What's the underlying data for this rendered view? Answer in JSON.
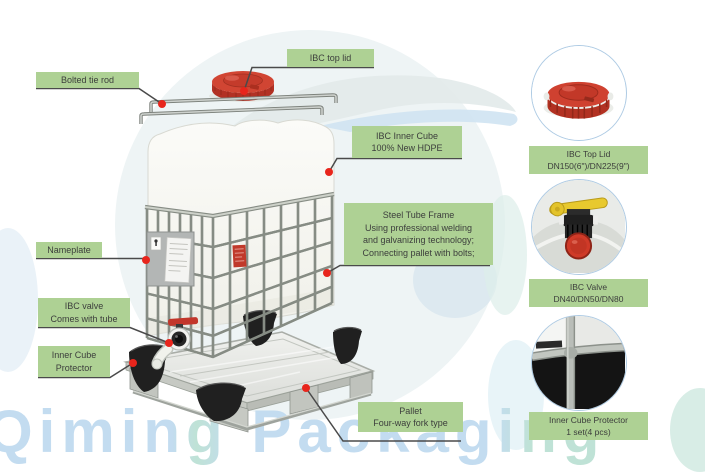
{
  "callouts": {
    "bolted_tie_rod": {
      "lines": [
        "Bolted tie rod"
      ]
    },
    "ibc_top_lid": {
      "lines": [
        "IBC top lid"
      ]
    },
    "ibc_inner_cube": {
      "lines": [
        "IBC Inner Cube",
        "100% New HDPE"
      ]
    },
    "steel_tube_frame": {
      "lines": [
        "Steel Tube Frame",
        "Using professional welding",
        "and galvanizing technology;",
        "Connecting pallet with bolts;"
      ]
    },
    "nameplate": {
      "lines": [
        "Nameplate"
      ]
    },
    "ibc_valve": {
      "lines": [
        "IBC valve",
        "Comes with tube"
      ]
    },
    "inner_cube_protector": {
      "lines": [
        "Inner Cube",
        "Protector"
      ]
    },
    "pallet": {
      "lines": [
        "Pallet",
        "Four-way fork type"
      ]
    }
  },
  "details": [
    {
      "title": "IBC Top Lid",
      "subtitle": "DN150(6\")/DN225(9\")"
    },
    {
      "title": "IBC Valve",
      "subtitle": "DN40/DN50/DN80"
    },
    {
      "title": "Inner Cube Protector",
      "subtitle": "1 set(4 pcs)"
    }
  ],
  "watermark": {
    "text": "Qiming Packaging"
  },
  "colors": {
    "label_bg": "#aed194",
    "label_text": "#3c3e3c",
    "leader_line": "#4a4a4a",
    "leader_dot": "#e8251c",
    "lid_red": "#cf4130",
    "valve_handle_yellow": "#e8c92e",
    "watermark_blue": "#c3dcf0",
    "watermark_teal": "#bfe2d6",
    "circle_ring": "#aecbe4"
  }
}
